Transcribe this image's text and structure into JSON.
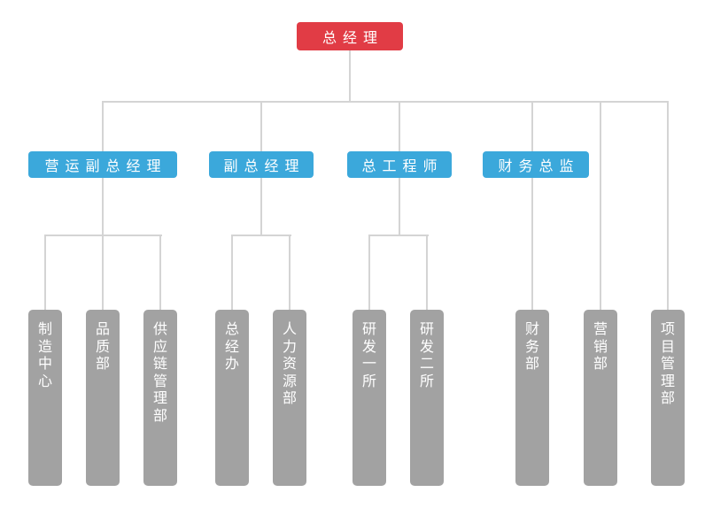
{
  "diagram": {
    "type": "organization-chart",
    "root": {
      "label": "总经理"
    },
    "groups": [
      {
        "manager": {
          "label": "营运副总经理"
        },
        "departments": [
          {
            "label": "制造中心"
          },
          {
            "label": "品质部"
          },
          {
            "label": "供应链管理部"
          }
        ]
      },
      {
        "manager": {
          "label": "副总经理"
        },
        "departments": [
          {
            "label": "总经办"
          },
          {
            "label": "人力资源部"
          }
        ]
      },
      {
        "manager": {
          "label": "总工程师"
        },
        "departments": [
          {
            "label": "研发一所"
          },
          {
            "label": "研发二所"
          }
        ]
      },
      {
        "manager": {
          "label": "财务总监"
        },
        "departments": [
          {
            "label": "财务部"
          },
          {
            "label": "营销部"
          },
          {
            "label": "项目管理部"
          }
        ]
      }
    ],
    "colors": {
      "root_node": "#e13c45",
      "manager_node": "#3ba8db",
      "department_node": "#a2a2a2",
      "connector_line": "#d4d4d4",
      "label_text": "#ffffff",
      "background": "#ffffff"
    }
  }
}
